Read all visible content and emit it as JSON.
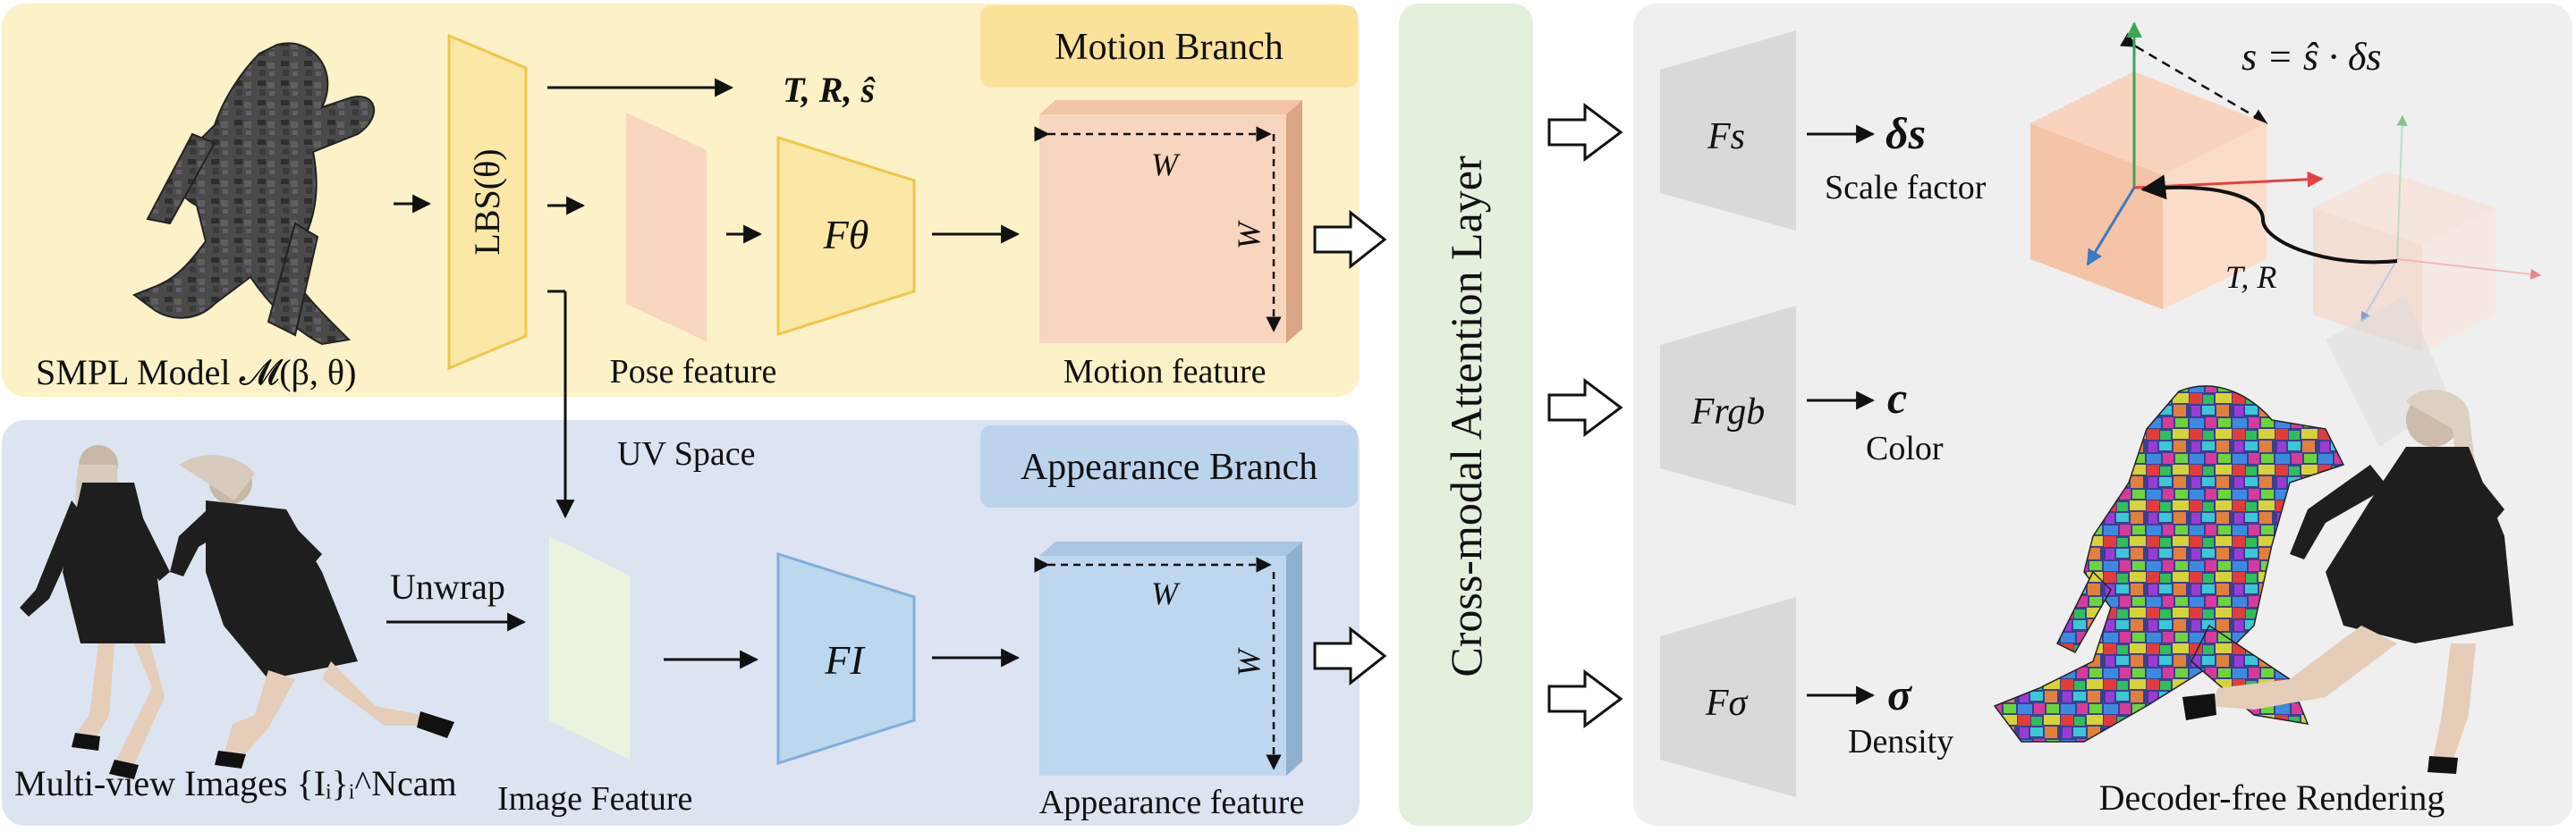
{
  "colors": {
    "motion_bg": "#fdf1c8",
    "appearance_bg": "#dce4f2",
    "attention_bg": "#e3f0dc",
    "right_panel_bg": "#efefef",
    "motion_tag": "#fbe29a",
    "appearance_tag": "#bcd3ec",
    "lbs_fill": "#fbe7a6",
    "pose_fill": "#f8d5bf",
    "f_theta_fill": "#fbe7a6",
    "motion_block": "#f8d5bf",
    "image_feat_fill": "#eaf4dc",
    "f_i_fill": "#bdd7ee",
    "appearance_block": "#bdd7ee",
    "decoder_fill": "#d9d9d9"
  },
  "motion": {
    "branch_title": "Motion Branch",
    "smpl_caption": "SMPL Model 𝓜(β, θ)",
    "lbs_label": "LBS(θ)",
    "trs_label": "T, R, ŝ",
    "pose_caption": "Pose feature",
    "f_theta_label": "Fθ",
    "block_w_top": "W",
    "block_w_side": "W",
    "block_caption": "Motion feature"
  },
  "appearance": {
    "branch_title": "Appearance Branch",
    "uv_label": "UV Space",
    "unwrap_label": "Unwrap",
    "images_caption": "Multi-view Images {Iᵢ}ᵢ^Ncam",
    "image_feature_caption": "Image Feature",
    "f_i_label": "FI",
    "block_w_top": "W",
    "block_w_side": "W",
    "block_caption": "Appearance feature"
  },
  "attention": {
    "label": "Cross-modal Attention Layer"
  },
  "decoders": [
    {
      "name": "Fs",
      "output": "δs",
      "caption": "Scale factor"
    },
    {
      "name": "Frgb",
      "output": "c",
      "caption": "Color"
    },
    {
      "name": "Fσ",
      "output": "σ",
      "caption": "Density"
    }
  ],
  "rendering": {
    "formula": "s = ŝ · δs",
    "tr_label": "T, R",
    "caption": "Decoder-free Rendering"
  }
}
